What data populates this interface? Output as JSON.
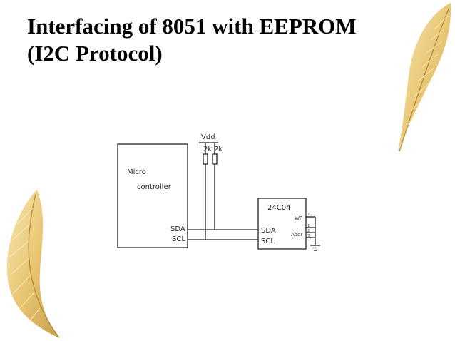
{
  "slide": {
    "title_line1": "Interfacing of 8051 with EEPROM",
    "title_line2": "(I2C Protocol)"
  },
  "diagram": {
    "supply_label": "Vdd",
    "resistor1_label": "2k",
    "resistor2_label": "2k",
    "mcu_label_line1": "Micro",
    "mcu_label_line2": "controller",
    "mcu_sda": "SDA",
    "mcu_scl": "SCL",
    "eeprom_part": "24C04",
    "eeprom_wp": "WP",
    "eeprom_addr": "Addr",
    "eeprom_sda": "SDA",
    "eeprom_scl": "SCL",
    "pin_7": "7",
    "pin_1": "1",
    "pin_2": "2",
    "pin_3": "3"
  },
  "colors": {
    "feather_gold": "#e7c26a",
    "feather_light": "#f6e2a6",
    "line": "#222222"
  }
}
